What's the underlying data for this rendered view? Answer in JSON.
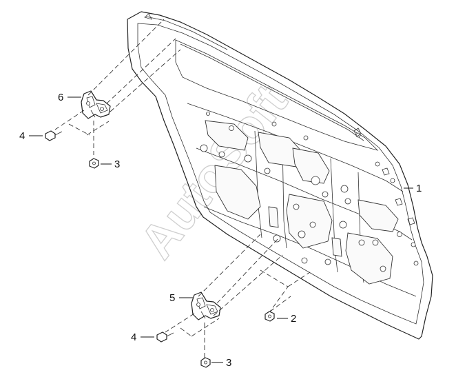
{
  "watermark": "AutoSoft",
  "callouts": {
    "c1": "1",
    "c2": "2",
    "c3a": "3",
    "c3b": "3",
    "c4a": "4",
    "c4b": "4",
    "c5": "5",
    "c6": "6"
  }
}
